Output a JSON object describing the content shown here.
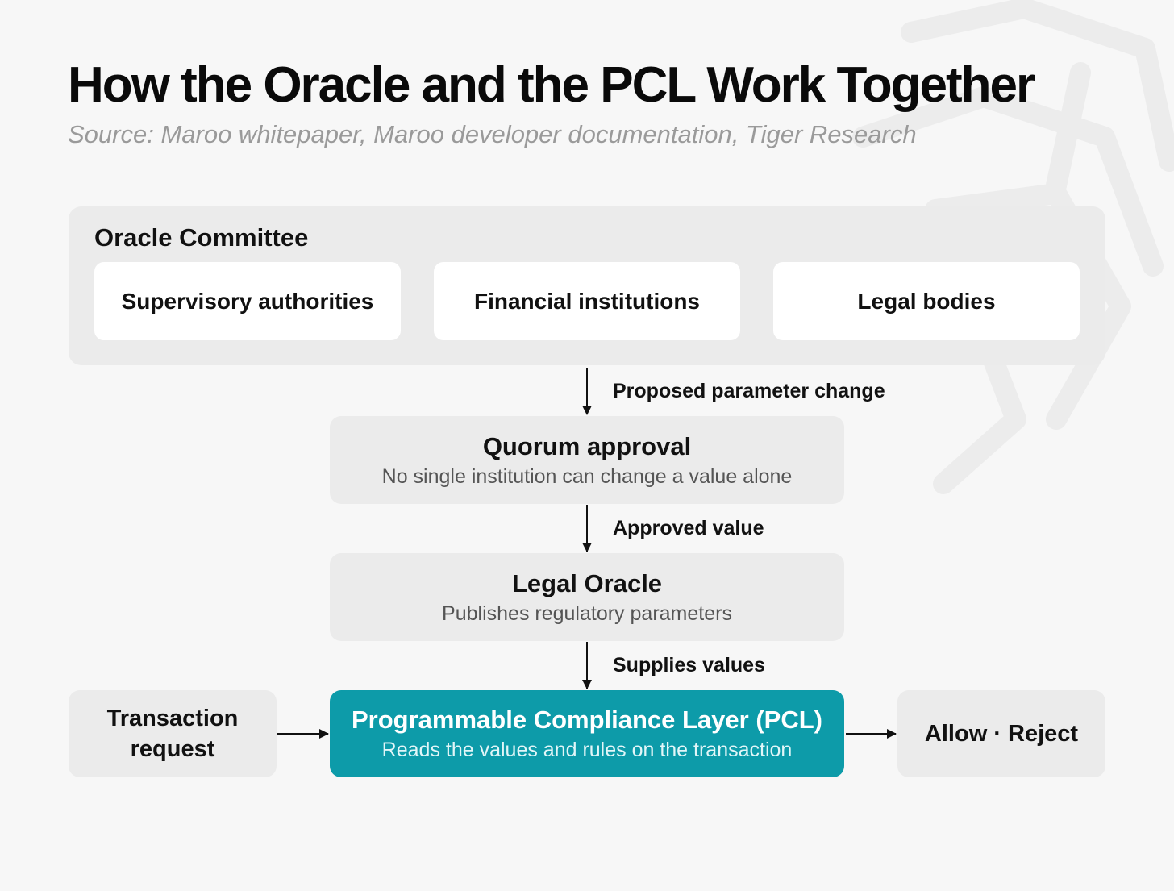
{
  "header": {
    "title": "How the Oracle and the PCL Work Together",
    "source": "Source: Maroo whitepaper, Maroo developer documentation, Tiger Research"
  },
  "committee": {
    "title": "Oracle Committee",
    "members": [
      "Supervisory authorities",
      "Financial institutions",
      "Legal bodies"
    ]
  },
  "flow": {
    "proposed_label": "Proposed parameter change",
    "quorum": {
      "title": "Quorum approval",
      "subtitle": "No single institution can change a value alone"
    },
    "approved_label": "Approved value",
    "oracle": {
      "title": "Legal Oracle",
      "subtitle": "Publishes regulatory parameters"
    },
    "supplies_label": "Supplies values",
    "pcl": {
      "title": "Programmable Compliance Layer (PCL)",
      "subtitle": "Reads the values and rules on the transaction"
    },
    "transaction": {
      "line1": "Transaction",
      "line2": "request"
    },
    "outcome": "Allow · Reject"
  },
  "colors": {
    "background": "#f7f7f7",
    "panel": "#ebebeb",
    "card": "#ffffff",
    "accent": "#0d9ba9",
    "text": "#111111",
    "muted": "#9a9a9a"
  }
}
